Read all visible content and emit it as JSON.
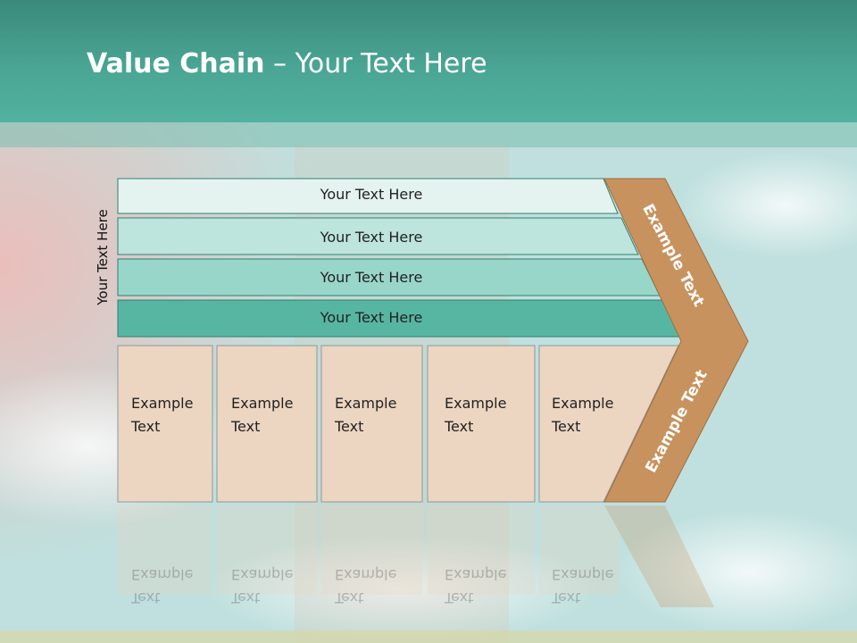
{
  "title": {
    "bold": "Value Chain",
    "rest": " – Your Text Here"
  },
  "side_label": "Your Text Here",
  "rows": [
    {
      "label": "Your Text Here",
      "fill": "#e4f3f0"
    },
    {
      "label": "Your Text Here",
      "fill": "#bde4dd"
    },
    {
      "label": "Your Text Here",
      "fill": "#99d6ca"
    },
    {
      "label": "Your Text Here",
      "fill": "#57b6a2"
    }
  ],
  "boxes": [
    {
      "line1": "Example",
      "line2": "Text"
    },
    {
      "line1": "Example",
      "line2": "Text"
    },
    {
      "line1": "Example",
      "line2": "Text"
    },
    {
      "line1": "Example",
      "line2": "Text"
    },
    {
      "line1": "Example",
      "line2": "Text"
    }
  ],
  "chevron": {
    "upper_text": "Example Text",
    "lower_text": "Example Text",
    "fill": "#c8925e"
  },
  "colors": {
    "header": "#4aa594",
    "box_fill": "#ecd5c1",
    "row_stroke": "#2f7f70"
  }
}
